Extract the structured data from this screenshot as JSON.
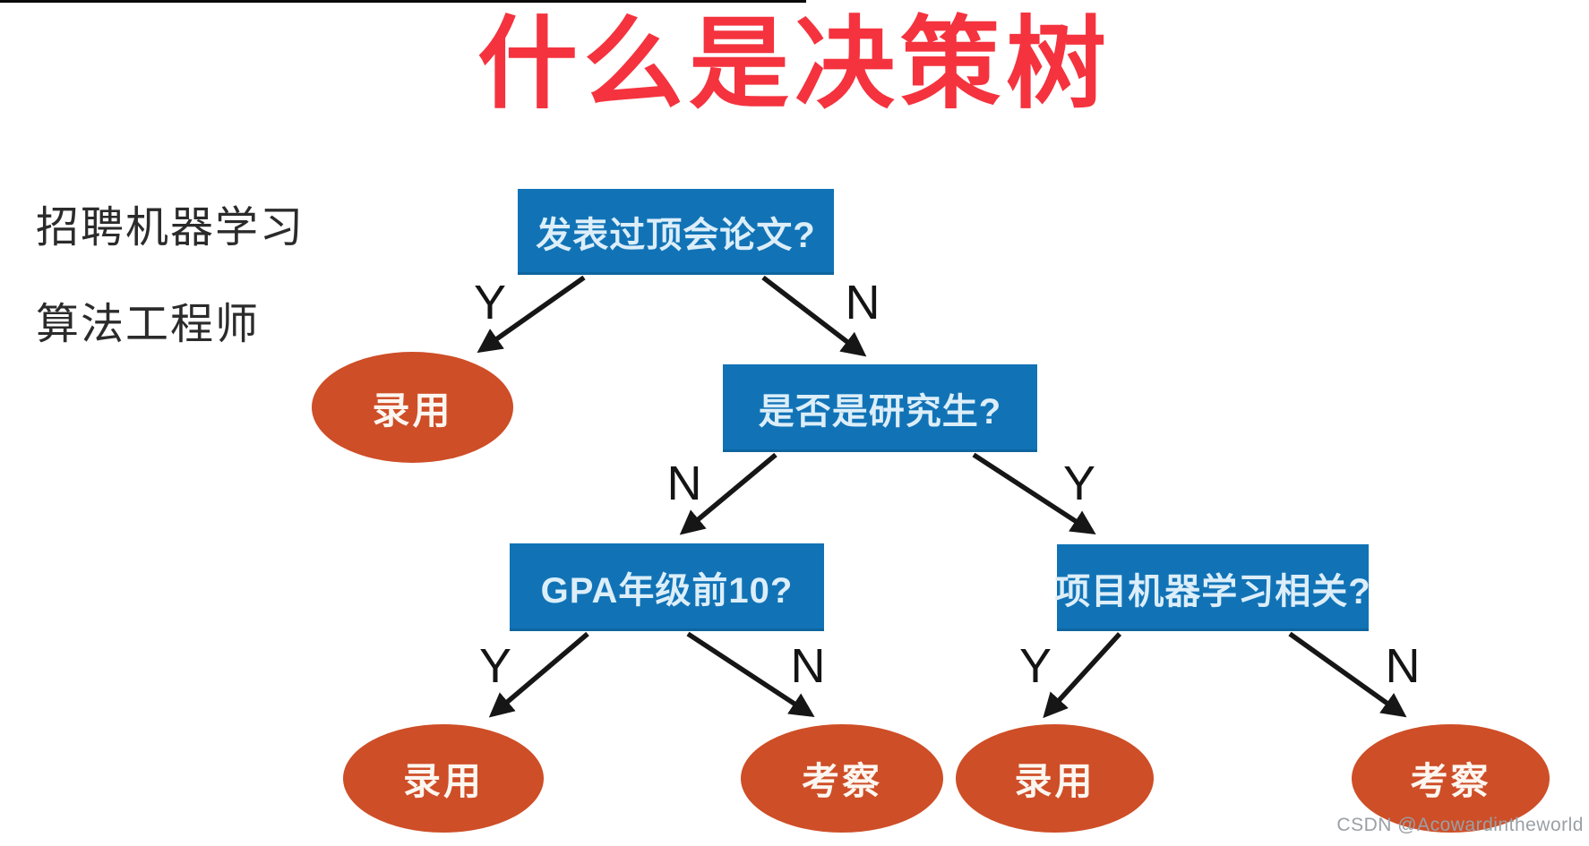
{
  "title": "什么是决策树",
  "side_note": {
    "line1": "招聘机器学习",
    "line2": "算法工程师"
  },
  "watermark": "CSDN @Acowardintheworld",
  "colors": {
    "title_red": "#f4333e",
    "decision_blue": "#1173b6",
    "leaf_orange": "#ce4e27",
    "arrow_black": "#161616"
  },
  "tree": {
    "nodes": {
      "q1": {
        "type": "decision",
        "label": "发表过顶会论文?"
      },
      "q2": {
        "type": "decision",
        "label": "是否是研究生?"
      },
      "q3": {
        "type": "decision",
        "label": "GPA年级前10?"
      },
      "q4": {
        "type": "decision",
        "label": "项目机器学习相关?"
      },
      "leaf1": {
        "type": "outcome",
        "label": "录用"
      },
      "leaf2": {
        "type": "outcome",
        "label": "录用"
      },
      "leaf3": {
        "type": "outcome",
        "label": "考察"
      },
      "leaf4": {
        "type": "outcome",
        "label": "录用"
      },
      "leaf5": {
        "type": "outcome",
        "label": "考察"
      }
    },
    "edges": [
      {
        "from": "q1",
        "to": "leaf1",
        "label": "Y"
      },
      {
        "from": "q1",
        "to": "q2",
        "label": "N"
      },
      {
        "from": "q2",
        "to": "q3",
        "label": "N"
      },
      {
        "from": "q2",
        "to": "q4",
        "label": "Y"
      },
      {
        "from": "q3",
        "to": "leaf2",
        "label": "Y"
      },
      {
        "from": "q3",
        "to": "leaf3",
        "label": "N"
      },
      {
        "from": "q4",
        "to": "leaf4",
        "label": "Y"
      },
      {
        "from": "q4",
        "to": "leaf5",
        "label": "N"
      }
    ]
  }
}
